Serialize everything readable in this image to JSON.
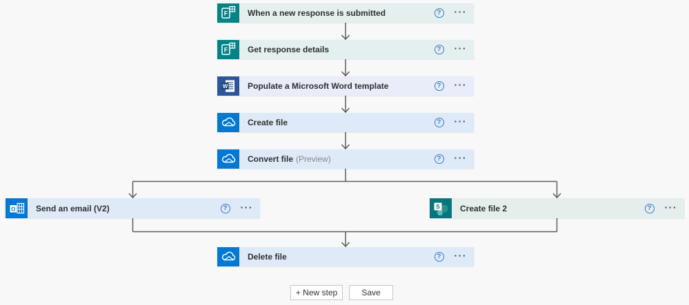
{
  "app": {
    "name": "Power Automate flow designer canvas",
    "canvas_background": "#f8f8f8",
    "connector_color": "#5c5c5c"
  },
  "controls": {
    "help_glyph": "?",
    "menu_glyph": "···"
  },
  "flow": {
    "steps": [
      {
        "label": "When a new response is submitted",
        "icon": "forms-icon",
        "accent": "#038387",
        "card_bg": "#e4f0ef"
      },
      {
        "label": "Get response details",
        "icon": "forms-icon",
        "accent": "#038387",
        "card_bg": "#e4f0ef"
      },
      {
        "label": "Populate a Microsoft Word template",
        "icon": "word-icon",
        "accent": "#2b579a",
        "card_bg": "#e9ecf9"
      },
      {
        "label": "Create file",
        "icon": "onedrive-icon",
        "accent": "#0078d4",
        "card_bg": "#dfeaf9"
      },
      {
        "label": "Convert file",
        "suffix": "(Preview)",
        "icon": "onedrive-icon",
        "accent": "#0078d4",
        "card_bg": "#dfeaf9"
      },
      {
        "label": "Send an email (V2)",
        "icon": "outlook-icon",
        "accent": "#0078d4",
        "card_bg": "#dfeaf9",
        "branch": "left"
      },
      {
        "label": "Create file 2",
        "icon": "sharepoint-icon",
        "accent": "#05767b",
        "card_bg": "#e4efed",
        "branch": "right"
      },
      {
        "label": "Delete file",
        "icon": "onedrive-icon",
        "accent": "#0078d4",
        "card_bg": "#dfeaf9"
      }
    ]
  },
  "footer": {
    "new_step_label": "+ New step",
    "save_label": "Save"
  }
}
